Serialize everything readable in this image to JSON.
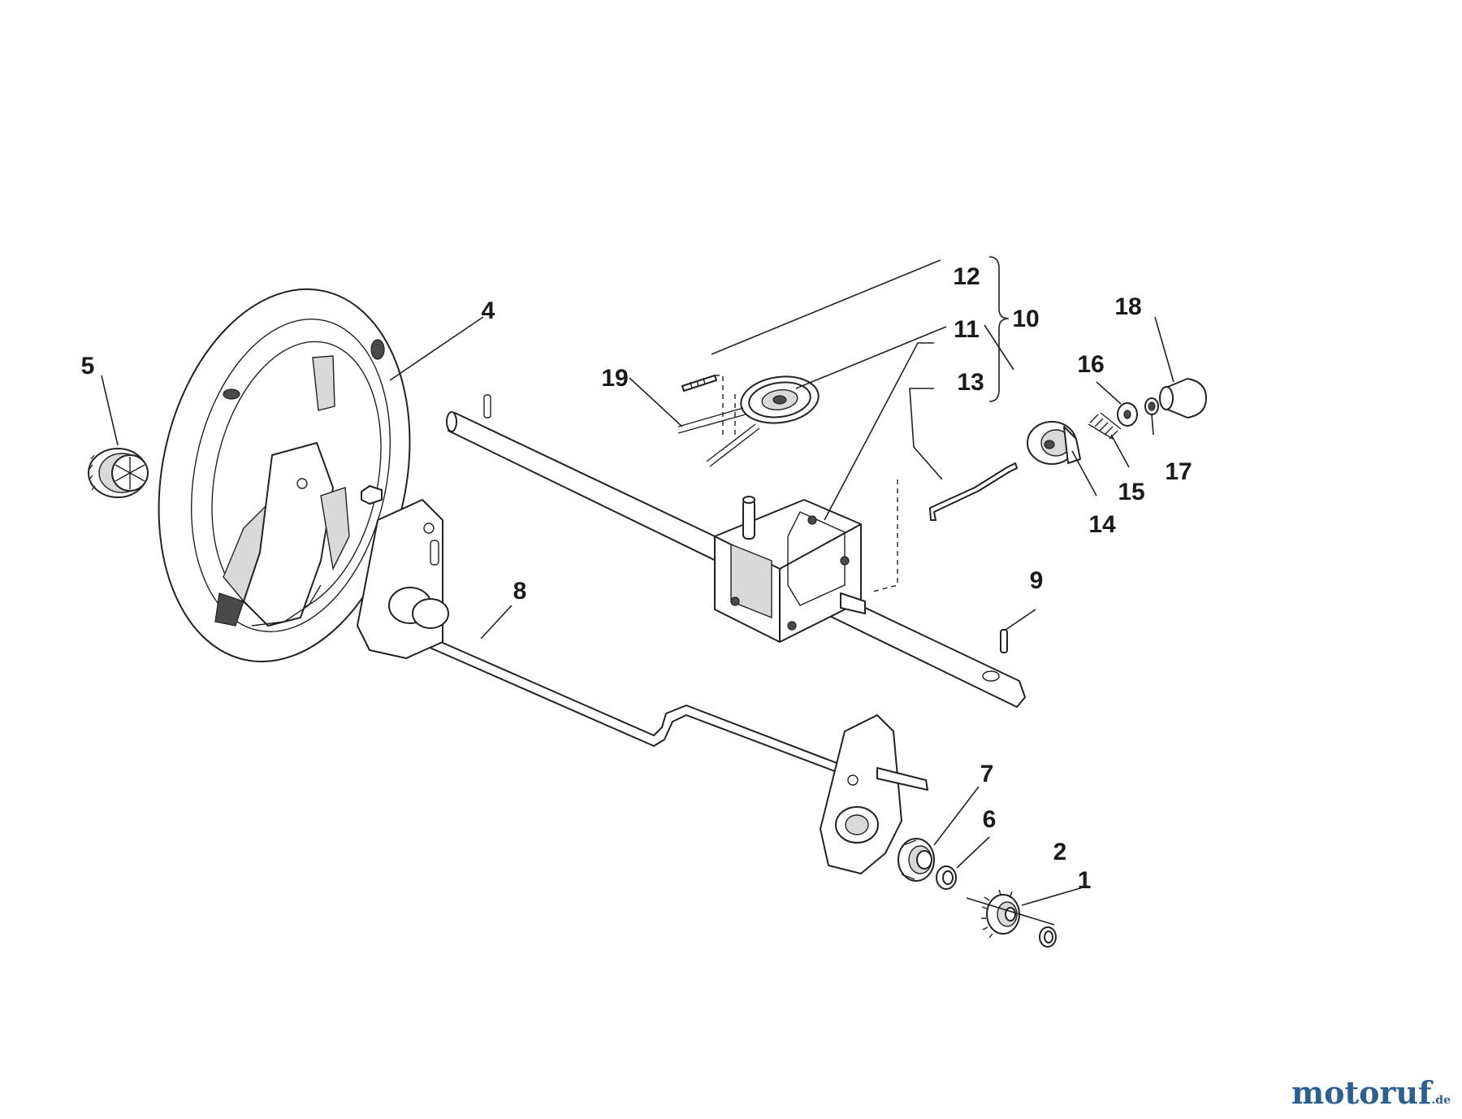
{
  "labels": {
    "p1": "1",
    "p2": "2",
    "p4": "4",
    "p5": "5",
    "p6": "6",
    "p7": "7",
    "p8": "8",
    "p9": "9",
    "p10": "10",
    "p11": "11",
    "p12": "12",
    "p13": "13",
    "p14": "14",
    "p15": "15",
    "p16": "16",
    "p17": "17",
    "p18": "18",
    "p19": "19"
  },
  "watermark": {
    "brand": "motoruf",
    "tld": ".de",
    "color": "#2d5f8f"
  }
}
